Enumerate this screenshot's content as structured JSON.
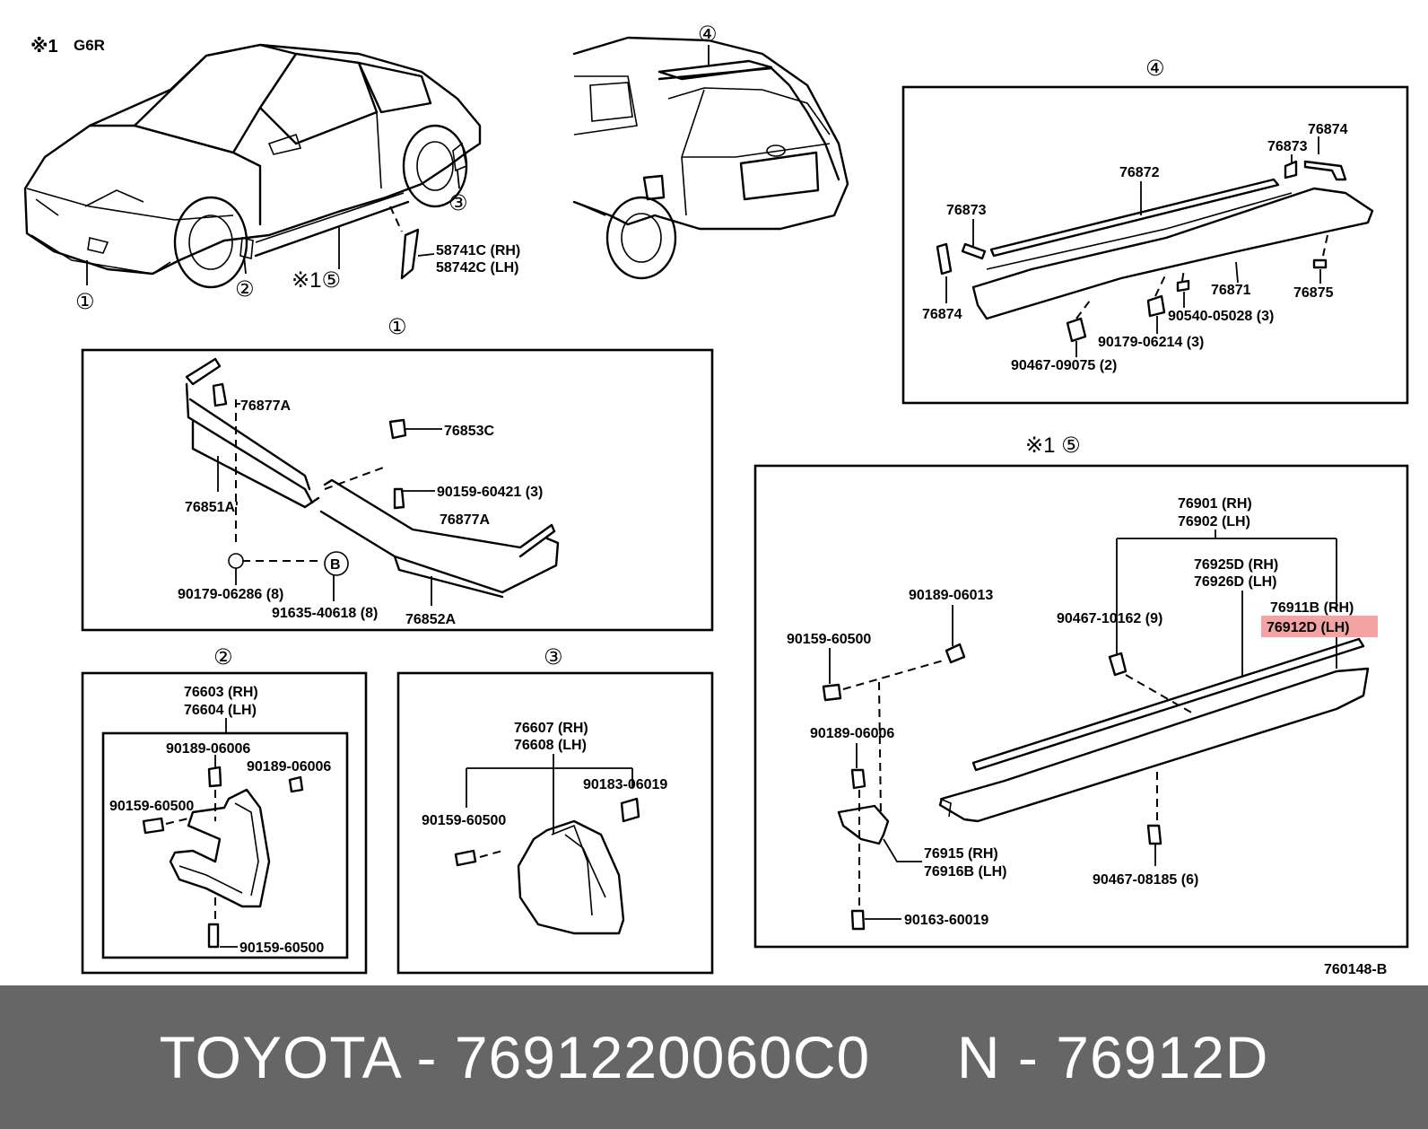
{
  "header": {
    "note": "※1",
    "model": "G6R"
  },
  "overview": {
    "callouts": [
      "①",
      "②",
      "③",
      "④",
      "※1⑤"
    ],
    "flare_part": [
      "58741C (RH)",
      "58742C (LH)"
    ]
  },
  "panels": {
    "p1": {
      "title": "①",
      "parts": [
        "76877A",
        "76853C",
        "90159-60421 (3)",
        "76851A'",
        "76877A",
        "B",
        "90179-06286 (8)",
        "91635-40618 (8)",
        "76852A"
      ]
    },
    "p2": {
      "title": "②",
      "parts": [
        "76603 (RH)",
        "76604 (LH)",
        "90189-06006",
        "90189-06006",
        "90159-60500",
        "90159-60500"
      ]
    },
    "p3": {
      "title": "③",
      "parts": [
        "76607 (RH)",
        "76608 (LH)",
        "90183-06019",
        "90159-60500"
      ]
    },
    "p4": {
      "title": "④",
      "parts": [
        "76874",
        "76873",
        "76872",
        "76873",
        "76874",
        "76871",
        "76875",
        "90540-05028 (3)",
        "90179-06214 (3)",
        "90467-09075 (2)"
      ]
    },
    "p5": {
      "title": "※1 ⑤",
      "parts": [
        "76901 (RH)",
        "76902 (LH)",
        "76925D (RH)",
        "76926D (LH)",
        "76911B (RH)",
        "76912D (LH)",
        "90467-10162 (9)",
        "90189-06013",
        "90159-60500",
        "90189-06006",
        "76915   (RH)",
        "76916B (LH)",
        "90163-60019",
        "90467-08185 (6)"
      ]
    }
  },
  "highlight": {
    "part": "76912D (LH)",
    "color": "#f4a3a3"
  },
  "diagram_code": "760148-B",
  "footer": {
    "text": "TOYOTA - 7691220060C0     N - 76912D",
    "bg": "#666666"
  }
}
